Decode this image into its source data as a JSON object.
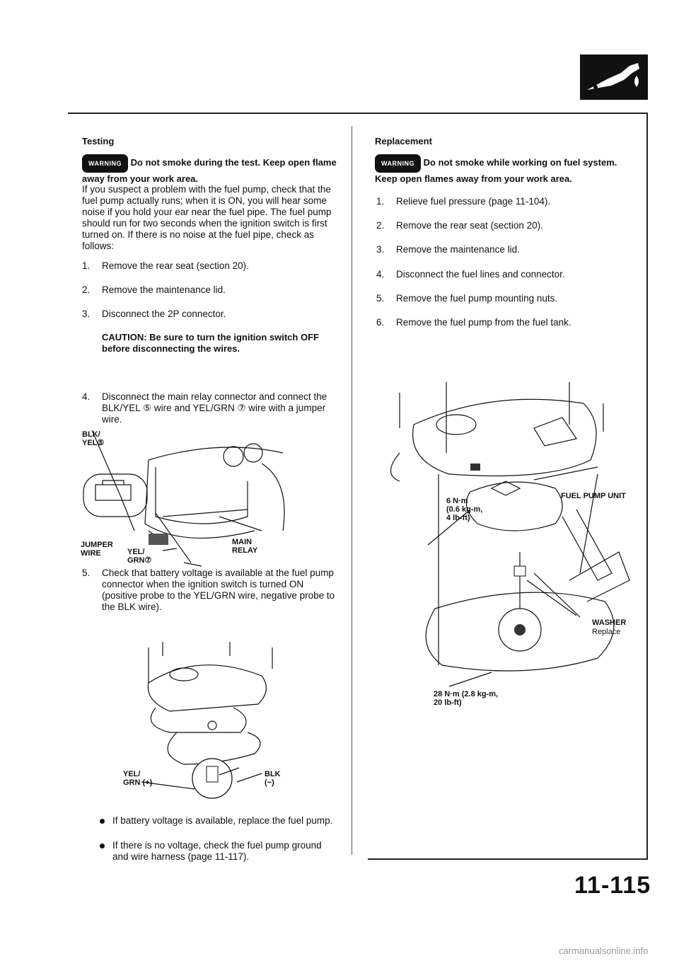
{
  "page": {
    "number": "11-115",
    "watermark": "carmanualsonline.info"
  },
  "left": {
    "title": "Testing",
    "warning_badge": "WARNING",
    "warning_text": "Do not smoke during the test. Keep open flame away from your work area.",
    "intro": "If you suspect a problem with the fuel pump, check that the fuel pump actually runs; when it is ON, you will hear some noise if you hold your ear near the fuel pipe. The fuel pump should run for two seconds when the ignition switch is first turned on. If there is no noise at the fuel pipe, check as follows:",
    "steps": [
      {
        "num": "1.",
        "text": "Remove the rear seat (section 20)."
      },
      {
        "num": "2.",
        "text": "Remove the maintenance lid."
      },
      {
        "num": "3.",
        "text": "Disconnect the 2P connector."
      }
    ],
    "caution_label": "CAUTION:",
    "caution_text": "Be sure to turn the ignition switch OFF before disconnecting the wires.",
    "step4": {
      "num": "4.",
      "text": "Disconnect the main relay connector and connect the BLK/YEL ⑤ wire and YEL/GRN ⑦ wire with a jumper wire."
    },
    "fig1_labels": {
      "blk_yel": "BLK/\nYEL⑤",
      "jumper": "JUMPER\nWIRE",
      "yel_grn": "YEL/\nGRN⑦",
      "main_relay": "MAIN\nRELAY"
    },
    "step5": {
      "num": "5.",
      "text": "Check that battery voltage is available at the fuel pump connector when the ignition switch is turned ON (positive probe to the YEL/GRN wire, negative probe to the BLK wire)."
    },
    "fig2_labels": {
      "yel_grn_pos": "YEL/\nGRN (+)",
      "blk_neg": "BLK\n(−)"
    },
    "bullets": [
      "If battery voltage is available, replace the fuel pump.",
      "If there is no voltage, check the fuel pump ground and wire harness (page 11-117)."
    ]
  },
  "right": {
    "title": "Replacement",
    "warning_badge": "WARNING",
    "warning_text": "Do not smoke while working on fuel system. Keep open flames away from your work area.",
    "steps": [
      {
        "num": "1.",
        "text": "Relieve fuel pressure (page 11-104)."
      },
      {
        "num": "2.",
        "text": "Remove the rear seat (section 20)."
      },
      {
        "num": "3.",
        "text": "Remove the maintenance lid."
      },
      {
        "num": "4.",
        "text": "Disconnect the fuel lines and connector."
      },
      {
        "num": "5.",
        "text": "Remove the fuel pump mounting nuts."
      },
      {
        "num": "6.",
        "text": "Remove the fuel pump from the fuel tank."
      }
    ],
    "fig_labels": {
      "fuel_pump_unit": "FUEL PUMP UNIT",
      "torque_small": "6 N·m\n(0.6 kg-m,\n4 lb-ft)",
      "washer": "WASHER",
      "replace": "Replace",
      "torque_large": "28 N·m (2.8 kg-m,\n20 lb-ft)"
    }
  },
  "icons": {
    "section_icon": "fuel-nozzle-icon"
  }
}
